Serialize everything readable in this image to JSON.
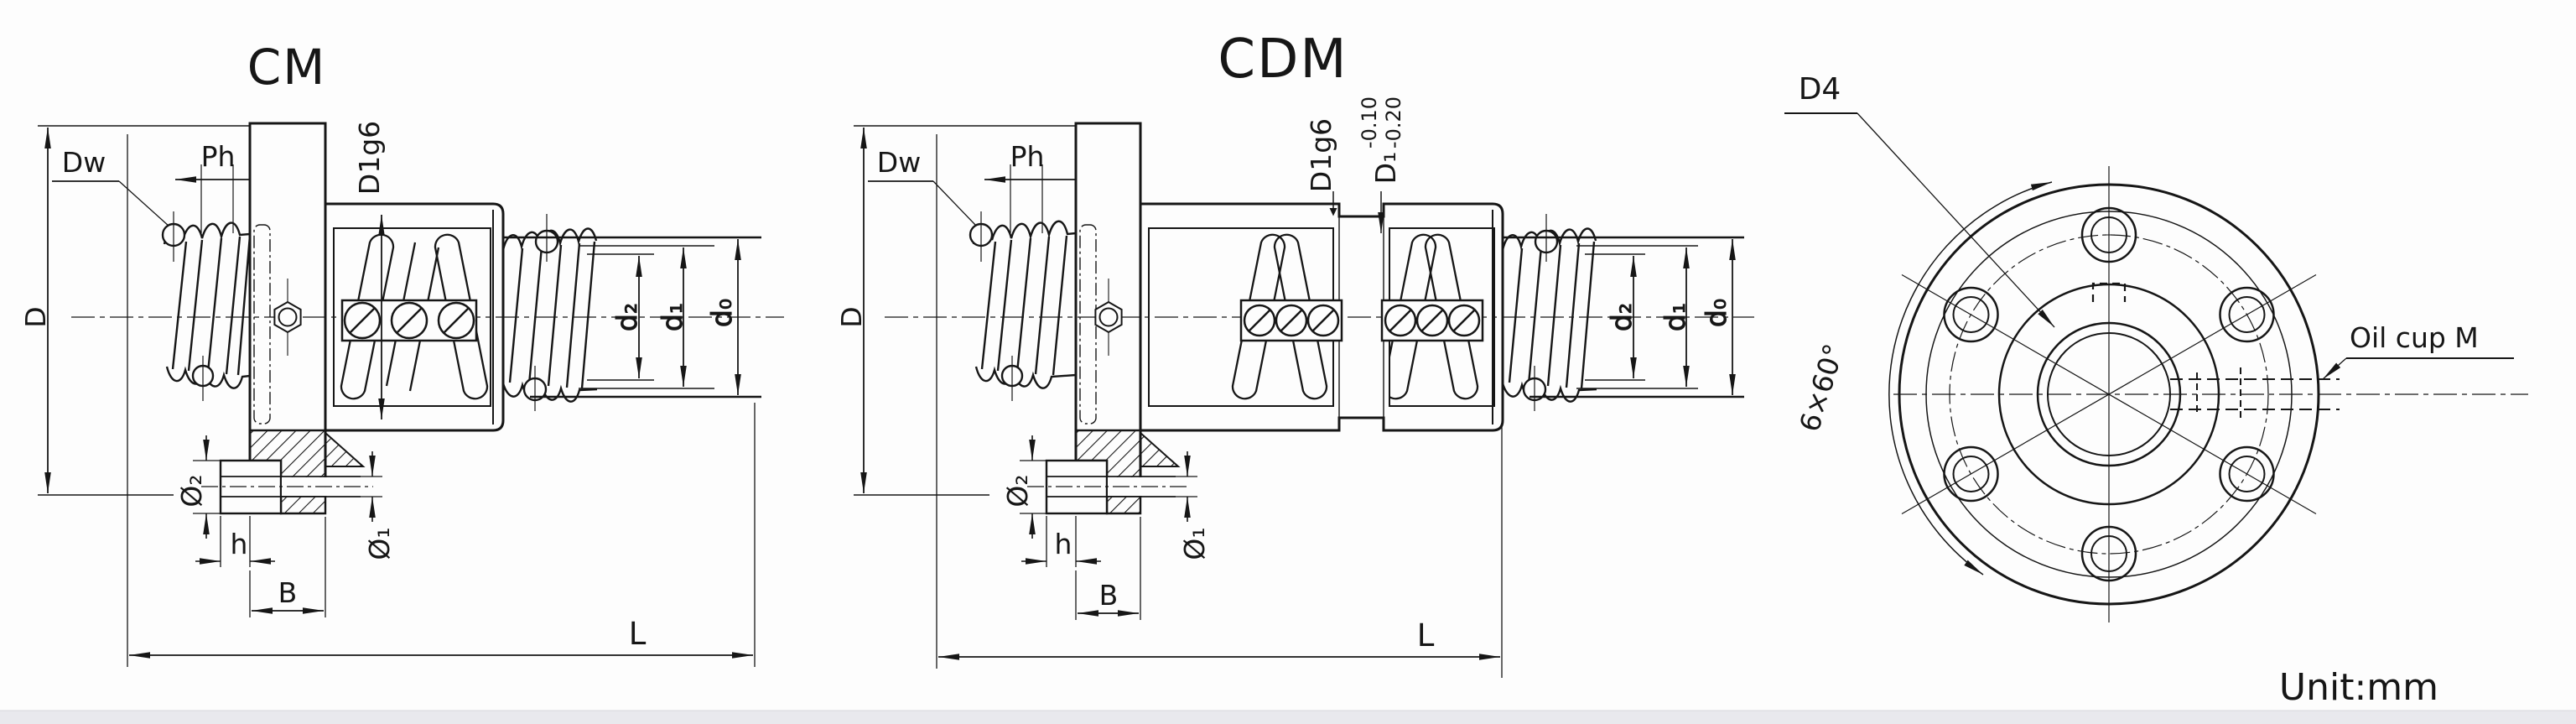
{
  "unit": "Unit:mm",
  "views": {
    "cm": {
      "title": "CM",
      "dims": {
        "D": "D",
        "Dw": "Dw",
        "Ph": "Ph",
        "D1g6": "D1g6",
        "d2": "d₂",
        "d1": "d₁",
        "d0": "d₀",
        "dia2": "Ø₂",
        "dia1": "Ø₁",
        "h": "h",
        "B": "B",
        "L": "L"
      }
    },
    "cdm": {
      "title": "CDM",
      "dims": {
        "D": "D",
        "Dw": "Dw",
        "Ph": "Ph",
        "D1g6": "D1g6",
        "D1": "D₁",
        "D1_tol_upper": "-0.10",
        "D1_tol_lower": "-0.20",
        "d2": "d₂",
        "d1": "d₁",
        "d0": "d₀",
        "dia2": "Ø₂",
        "dia1": "Ø₁",
        "h": "h",
        "B": "B",
        "L": "L"
      }
    },
    "flange": {
      "dims": {
        "D4": "D4",
        "pattern": "6×60°",
        "oil_cup": "Oil cup M"
      }
    }
  },
  "colors": {
    "line": "#161616",
    "background": "#fdfdfd",
    "footer_bar": "#e9e9ed"
  }
}
